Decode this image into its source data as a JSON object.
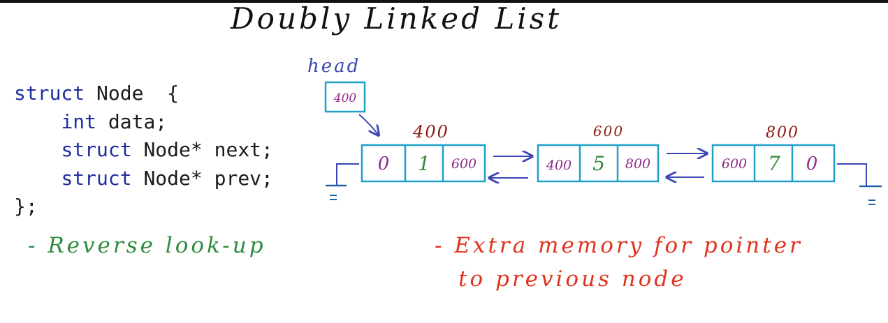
{
  "title": "Doubly Linked List",
  "code": {
    "kw_struct": "struct",
    "kw_int": "int",
    "line1_rest": "Node  {",
    "line2_rest": "data;",
    "line3_rest": "Node* next;",
    "line4_rest": "Node* prev;",
    "line5": "};"
  },
  "diagram": {
    "head_label": "head",
    "head_value": "400",
    "nodes": [
      {
        "address": "400",
        "prev": "0",
        "data": "1",
        "next": "600"
      },
      {
        "address": "600",
        "prev": "400",
        "data": "5",
        "next": "800"
      },
      {
        "address": "800",
        "prev": "600",
        "data": "7",
        "next": "0"
      }
    ]
  },
  "notes": {
    "advantage": "- Reverse look-up",
    "disadvantage_line1": "- Extra memory for pointer",
    "disadvantage_line2": "to previous node"
  },
  "colors": {
    "box_stroke": "#1ea0c8",
    "arrow": "#3b46b4",
    "address": "#8b1a0e",
    "pointer_value": "#8e2a8a",
    "data_value": "#2e8b3d",
    "code_keyword": "#1f2f9f",
    "green_note": "#2e8b3d",
    "red_note": "#e0321c"
  }
}
